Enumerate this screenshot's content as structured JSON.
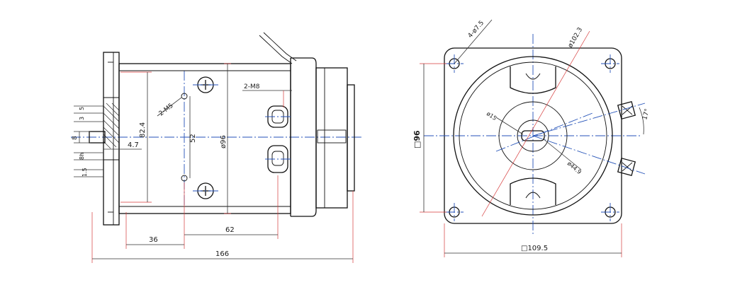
{
  "side_view": {
    "dim_overall_length": "166",
    "dim_flange_to_stud": "36",
    "dim_stud_to_terminal": "62",
    "dim_pilot_dia": "82.4",
    "dim_mount_spacing": "52",
    "dim_body_dia": "ø96",
    "dim_shaft_offset": "4.7",
    "dim_5": "5",
    "dim_3": "3",
    "dim_8": "8",
    "dim_8_tol": "8h",
    "dim_1_5": "1.5",
    "label_studs": "2-M5",
    "label_terminals": "2-M8"
  },
  "end_view": {
    "dim_square_height": "□96",
    "dim_square_width": "□109.5",
    "dim_bolt_circle": "ø102.3",
    "dim_holes": "4-ø7.5",
    "dim_bore": "ø15",
    "dim_hub": "ø44.9",
    "dim_angle": "17°"
  }
}
